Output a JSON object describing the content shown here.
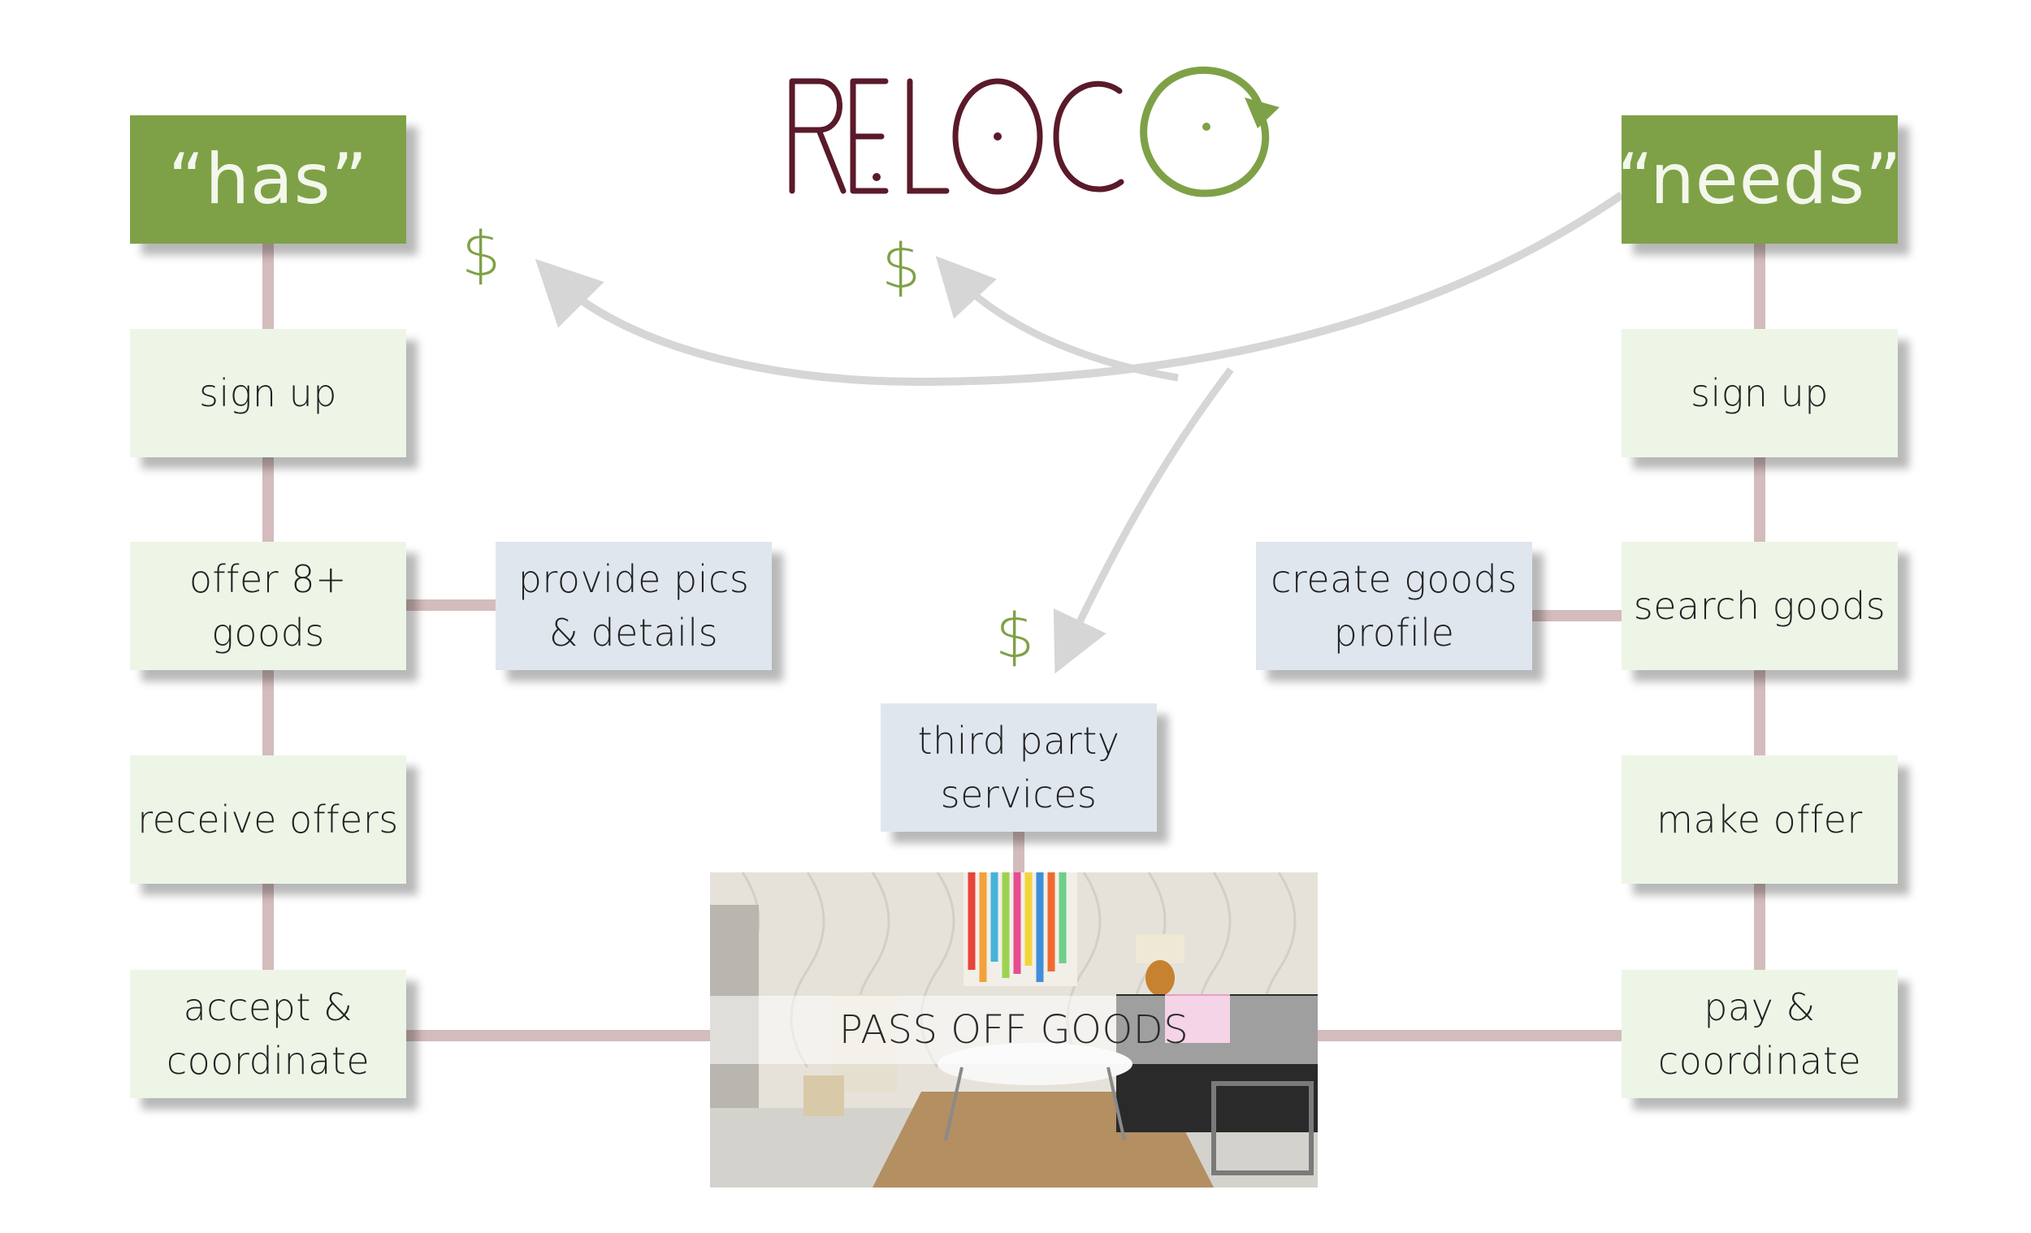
{
  "logo": {
    "text": "RELOCO",
    "colors": {
      "letters": "#5a1a2a",
      "ring": "#7ea147"
    }
  },
  "colors": {
    "header_fill": "#7ea147",
    "step_fill": "#edf5e7",
    "side_fill": "#e0e6ee",
    "connector": "#d4bcbc",
    "arrow": "#d6d6d6",
    "dollar": "#7ea147"
  },
  "left_column": {
    "header": "“has”",
    "steps": [
      "sign up",
      "offer 8+ goods",
      "receive offers",
      "accept &",
      "coordinate"
    ],
    "side": [
      "provide pics",
      "& details"
    ]
  },
  "right_column": {
    "header": "“needs”",
    "steps": [
      "sign up",
      "search goods",
      "make offer",
      "pay &",
      "coordinate"
    ],
    "side": [
      "create goods",
      "profile"
    ]
  },
  "center": {
    "third_party": [
      "third party",
      "services"
    ],
    "photo_label": "PASS OFF GOODS"
  },
  "dollar_symbols": [
    "$",
    "$",
    "$"
  ]
}
